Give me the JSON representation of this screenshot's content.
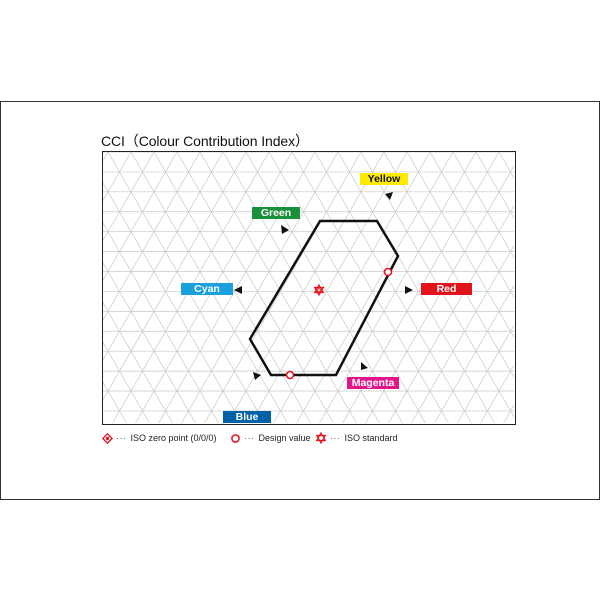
{
  "title": "CCI（Colour Contribution Index）",
  "labels": {
    "yellow": "Yellow",
    "green": "Green",
    "cyan": "Cyan",
    "red": "Red",
    "magenta": "Magenta",
    "blue": "Blue"
  },
  "label_colors": {
    "yellow": "#FFEB00",
    "green": "#1a8f3c",
    "cyan": "#1aa0dc",
    "red": "#e3121b",
    "magenta": "#e2168c",
    "blue": "#0060a8"
  },
  "legend": [
    {
      "icon": "iso-zero-point-icon",
      "dots": "···",
      "text": "ISO zero point (0/0/0)"
    },
    {
      "icon": "design-value-icon",
      "dots": "···",
      "text": "Design value"
    },
    {
      "icon": "iso-standard-icon",
      "dots": "···",
      "text": "ISO standard"
    }
  ],
  "marker_color": "#e3121b",
  "outline_color": "#111111"
}
